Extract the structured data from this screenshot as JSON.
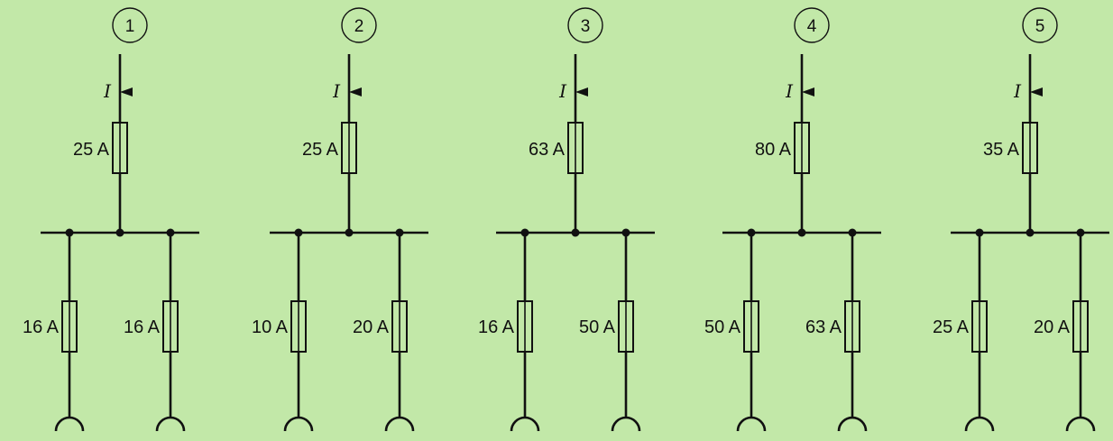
{
  "diagram": {
    "current_symbol": "I",
    "circuits": [
      {
        "number": "1",
        "main_fuse": "25 A",
        "branch_fuses": [
          "16 A",
          "16 A"
        ]
      },
      {
        "number": "2",
        "main_fuse": "25 A",
        "branch_fuses": [
          "10 A",
          "20 A"
        ]
      },
      {
        "number": "3",
        "main_fuse": "63 A",
        "branch_fuses": [
          "16 A",
          "50 A"
        ]
      },
      {
        "number": "4",
        "main_fuse": "80 A",
        "branch_fuses": [
          "50 A",
          "63 A"
        ]
      },
      {
        "number": "5",
        "main_fuse": "35 A",
        "branch_fuses": [
          "25 A",
          "20 A"
        ]
      }
    ]
  }
}
